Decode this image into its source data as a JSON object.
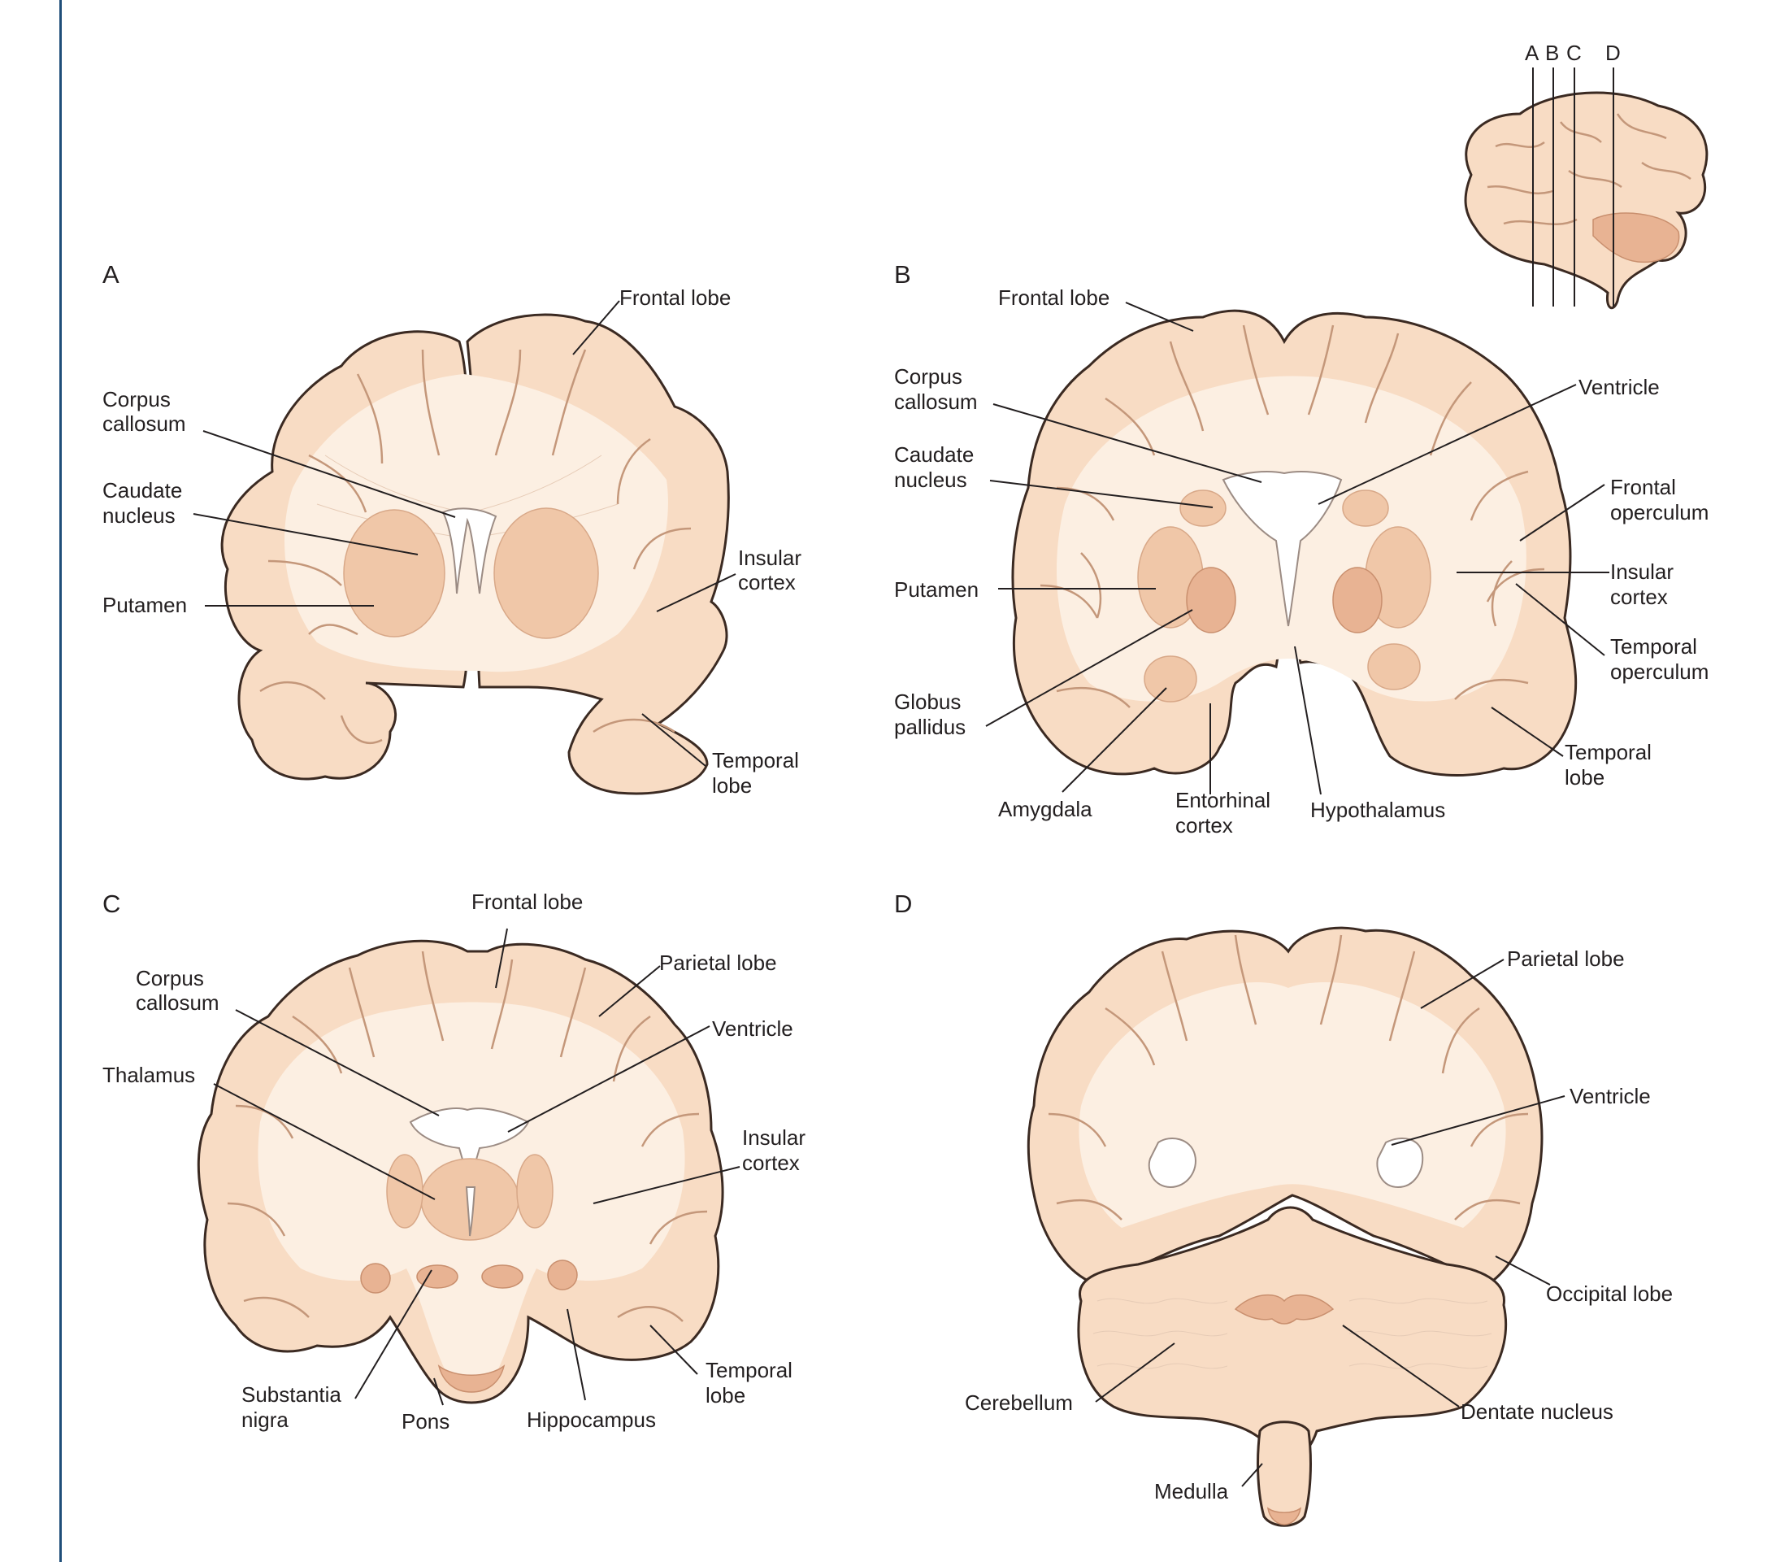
{
  "locator": {
    "letters": [
      "A",
      "B",
      "C",
      "D"
    ]
  },
  "panels": {
    "a": {
      "letter": "A",
      "labels": {
        "frontal_lobe": "Frontal lobe",
        "corpus_callosum_1": "Corpus",
        "corpus_callosum_2": "callosum",
        "caudate_1": "Caudate",
        "caudate_2": "nucleus",
        "putamen": "Putamen",
        "insular_1": "Insular",
        "insular_2": "cortex",
        "temporal_1": "Temporal",
        "temporal_2": "lobe"
      }
    },
    "b": {
      "letter": "B",
      "labels": {
        "frontal_lobe": "Frontal lobe",
        "corpus_callosum_1": "Corpus",
        "corpus_callosum_2": "callosum",
        "caudate_1": "Caudate",
        "caudate_2": "nucleus",
        "putamen": "Putamen",
        "globus_1": "Globus",
        "globus_2": "pallidus",
        "amygdala": "Amygdala",
        "entorhinal_1": "Entorhinal",
        "entorhinal_2": "cortex",
        "hypothalamus": "Hypothalamus",
        "ventricle": "Ventricle",
        "frontal_operculum_1": "Frontal",
        "frontal_operculum_2": "operculum",
        "insular_1": "Insular",
        "insular_2": "cortex",
        "temporal_operculum_1": "Temporal",
        "temporal_operculum_2": "operculum",
        "temporal_1": "Temporal",
        "temporal_2": "lobe"
      }
    },
    "c": {
      "letter": "C",
      "labels": {
        "frontal_lobe": "Frontal lobe",
        "parietal_lobe": "Parietal lobe",
        "corpus_callosum_1": "Corpus",
        "corpus_callosum_2": "callosum",
        "ventricle": "Ventricle",
        "thalamus": "Thalamus",
        "insular_1": "Insular",
        "insular_2": "cortex",
        "substantia_1": "Substantia",
        "substantia_2": "nigra",
        "pons": "Pons",
        "hippocampus": "Hippocampus",
        "temporal_1": "Temporal",
        "temporal_2": "lobe"
      }
    },
    "d": {
      "letter": "D",
      "labels": {
        "parietal_lobe": "Parietal lobe",
        "ventricle": "Ventricle",
        "occipital_lobe": "Occipital lobe",
        "cerebellum": "Cerebellum",
        "dentate_nucleus": "Dentate nucleus",
        "medulla": "Medulla"
      }
    }
  }
}
